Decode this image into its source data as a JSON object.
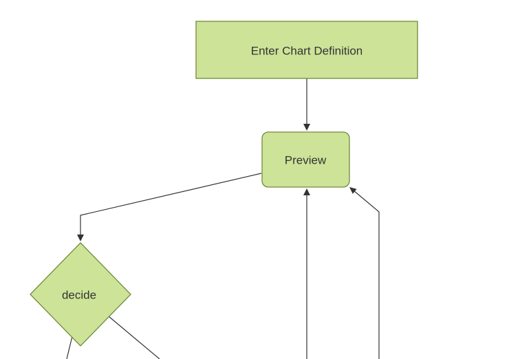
{
  "diagram": {
    "type": "flowchart",
    "direction": "top-down",
    "nodes": [
      {
        "id": "enter-chart-definition",
        "label": "Enter Chart Definition",
        "shape": "rectangle"
      },
      {
        "id": "preview",
        "label": "Preview",
        "shape": "rounded-rectangle"
      },
      {
        "id": "decide",
        "label": "decide",
        "shape": "diamond"
      }
    ],
    "edges": [
      {
        "from": "enter-chart-definition",
        "to": "preview",
        "arrow": "down"
      },
      {
        "from": "preview",
        "to": "decide",
        "arrow": "down"
      },
      {
        "from": "offscreen-bottom-middle",
        "to": "preview",
        "arrow": "up"
      },
      {
        "from": "offscreen-bottom-right",
        "to": "preview",
        "arrow": "up-left"
      },
      {
        "from": "decide",
        "to": "offscreen-bottom-left",
        "arrow": "none-visible"
      },
      {
        "from": "decide",
        "to": "offscreen-bottom-right",
        "arrow": "none-visible"
      }
    ],
    "colors": {
      "node_fill": "#cde498",
      "node_stroke": "#6f8b3a",
      "edge": "#333333",
      "text": "#333333",
      "background": "#ffffff"
    }
  }
}
